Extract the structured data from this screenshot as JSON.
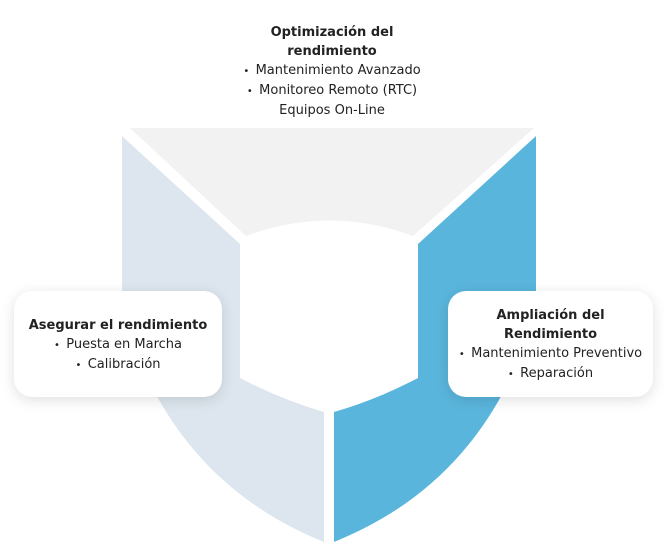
{
  "colors": {
    "top_segment": "#f2f2f2",
    "left_segment": "#dde6ee",
    "right_segment": "#5ab5dc",
    "center": "#ffffff"
  },
  "cards": {
    "top": {
      "title_line1": "Optimización del",
      "title_line2": "rendimiento",
      "items": [
        "Mantenimiento Avanzado",
        "Monitoreo Remoto (RTC)",
        "Equipos On-Line"
      ]
    },
    "left": {
      "title_line1": "Asegurar el rendimiento",
      "items": [
        "Puesta en Marcha",
        "Calibración"
      ]
    },
    "right": {
      "title_line1": "Ampliación del",
      "title_line2": "Rendimiento",
      "items": [
        "Mantenimiento Preventivo",
        "Reparación"
      ]
    }
  }
}
